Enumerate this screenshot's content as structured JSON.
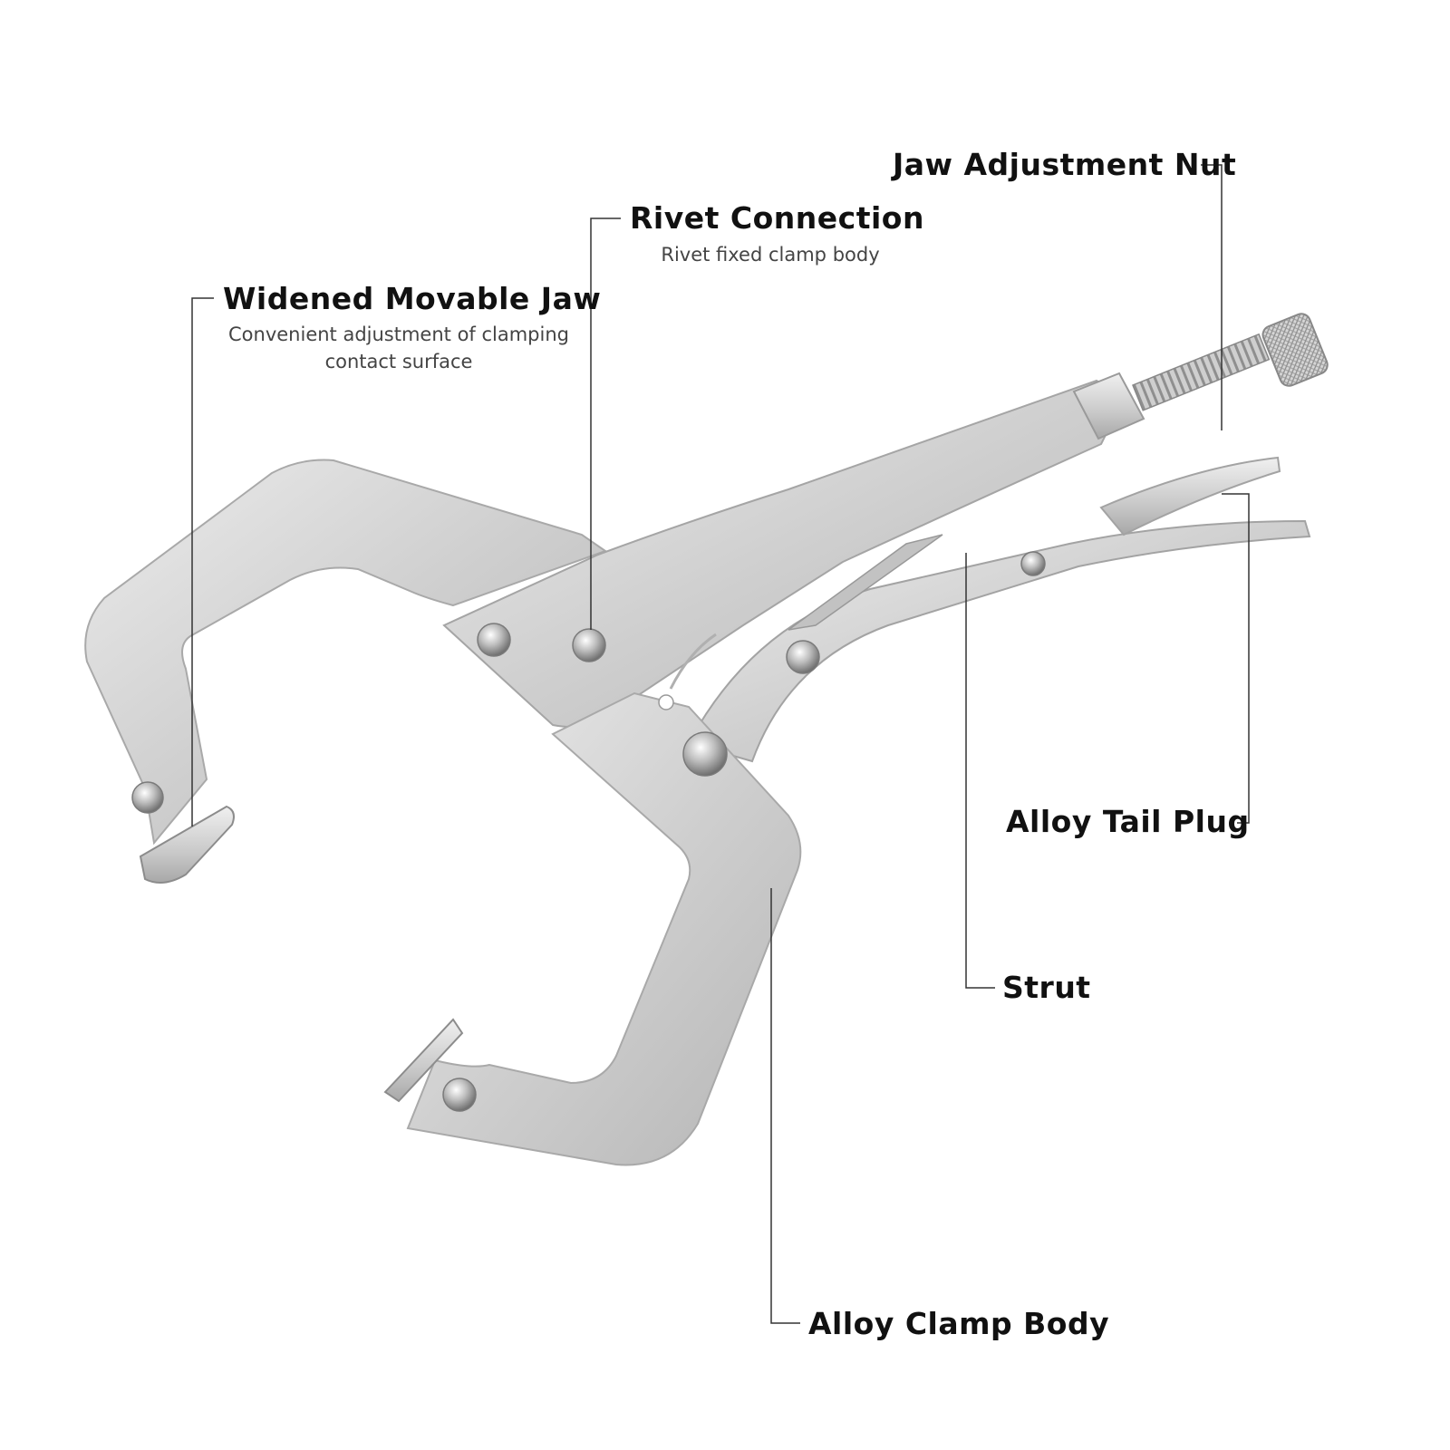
{
  "labels": {
    "jaw_adjustment_nut": {
      "title": "Jaw Adjustment Nut"
    },
    "rivet_connection": {
      "title": "Rivet Connection",
      "subtitle": "Rivet fixed clamp body"
    },
    "widened_movable_jaw": {
      "title": "Widened Movable Jaw",
      "subtitle_line1": "Convenient adjustment of clamping",
      "subtitle_line2": "contact surface"
    },
    "alloy_tail_plug": {
      "title": "Alloy Tail Plug"
    },
    "strut": {
      "title": "Strut"
    },
    "alloy_clamp_body": {
      "title": "Alloy Clamp Body"
    }
  },
  "colors": {
    "metal_light": "#e2e2e2",
    "metal_mid": "#c8c8c8",
    "metal_dark": "#9a9a9a",
    "leader_line": "#333333",
    "title_text": "#111111",
    "subtitle_text": "#444444"
  }
}
